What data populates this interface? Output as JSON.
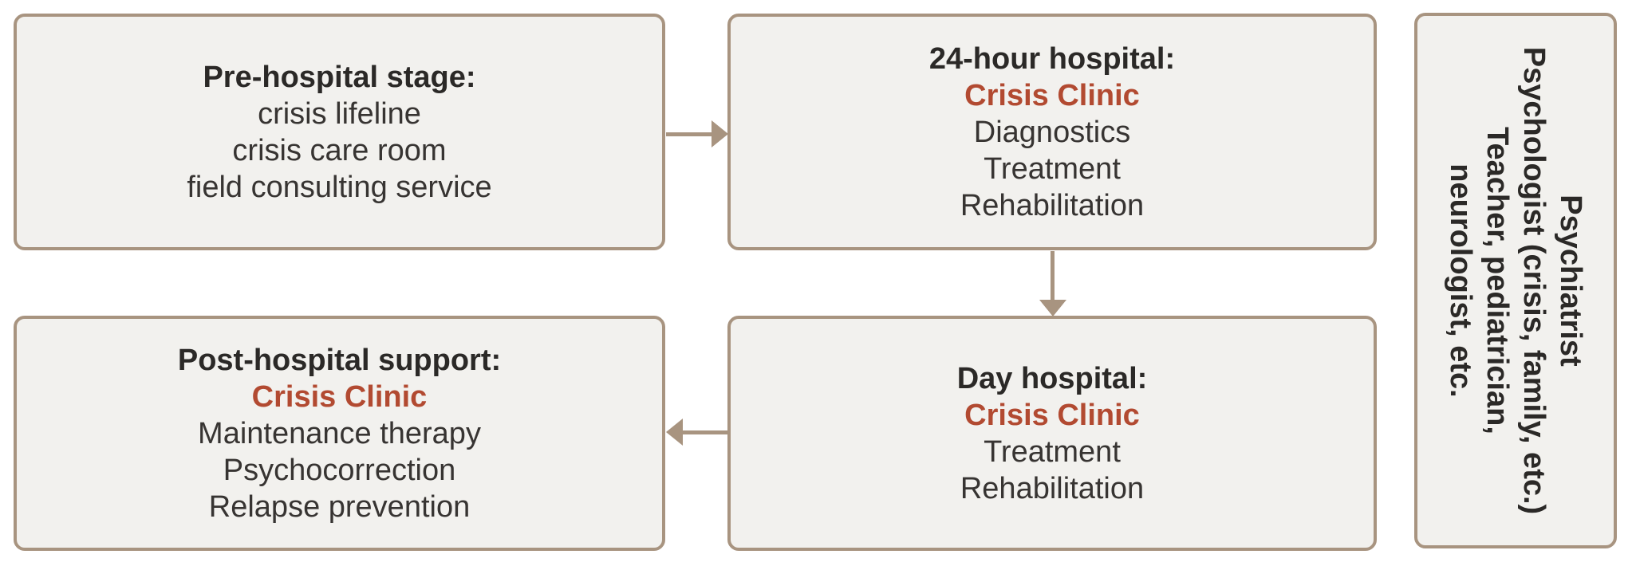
{
  "colors": {
    "page_background": "#ffffff",
    "box_fill": "#f2f1ee",
    "box_border": "#a89480",
    "arrow": "#a89480",
    "title_text": "#2b2927",
    "body_text": "#373432",
    "accent_red": "#b24a31"
  },
  "boxes": {
    "pre_hospital": {
      "title": "Pre-hospital stage:",
      "lines": [
        "crisis lifeline",
        "crisis care room",
        "field consulting service"
      ]
    },
    "hour24_hospital": {
      "title": "24-hour hospital:",
      "highlight": "Crisis Clinic",
      "lines": [
        "Diagnostics",
        "Treatment",
        "Rehabilitation"
      ]
    },
    "day_hospital": {
      "title": "Day hospital:",
      "highlight": "Crisis Clinic",
      "lines": [
        "Treatment",
        "Rehabilitation"
      ]
    },
    "post_hospital": {
      "title": "Post-hospital support:",
      "highlight": "Crisis Clinic",
      "lines": [
        "Maintenance therapy",
        "Psychocorrection",
        "Relapse prevention"
      ]
    },
    "specialists": {
      "lines": [
        "Psychiatrist",
        "Psychologist (crisis, family, etc.)",
        "Teacher, pediatrician,",
        "neurologist, etc."
      ]
    }
  }
}
